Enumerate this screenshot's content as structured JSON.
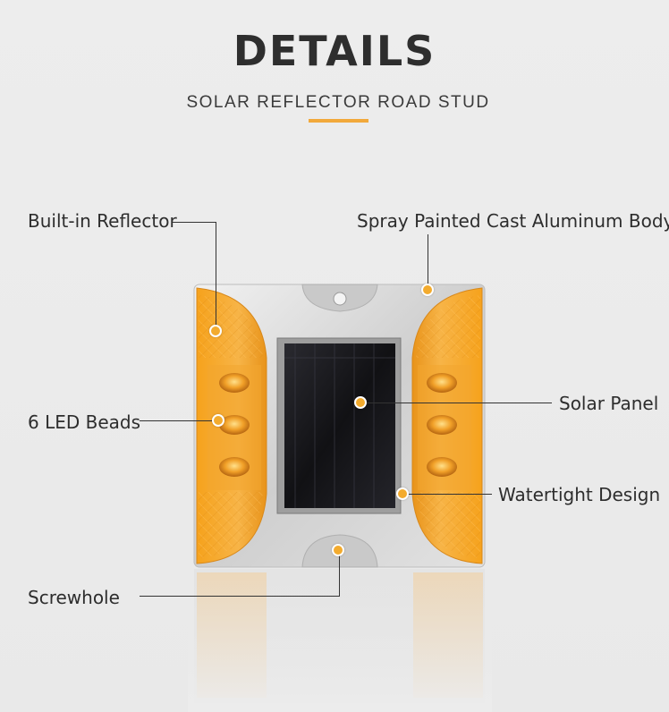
{
  "header": {
    "title": "DETAILS",
    "subtitle": "SOLAR REFLECTOR ROAD STUD"
  },
  "colors": {
    "accent": "#f2a93b",
    "amber": "#f0a020",
    "aluminum": "#d8d8d8",
    "solar_panel": "#1c1c20",
    "text": "#2d2d2d"
  },
  "labels": {
    "built_in_reflector": "Built-in Reflector",
    "spray_painted_body": "Spray Painted Cast Aluminum Body",
    "led_beads": "6 LED Beads",
    "solar_panel": "Solar Panel",
    "watertight_design": "Watertight Design",
    "screwhole": "Screwhole"
  }
}
